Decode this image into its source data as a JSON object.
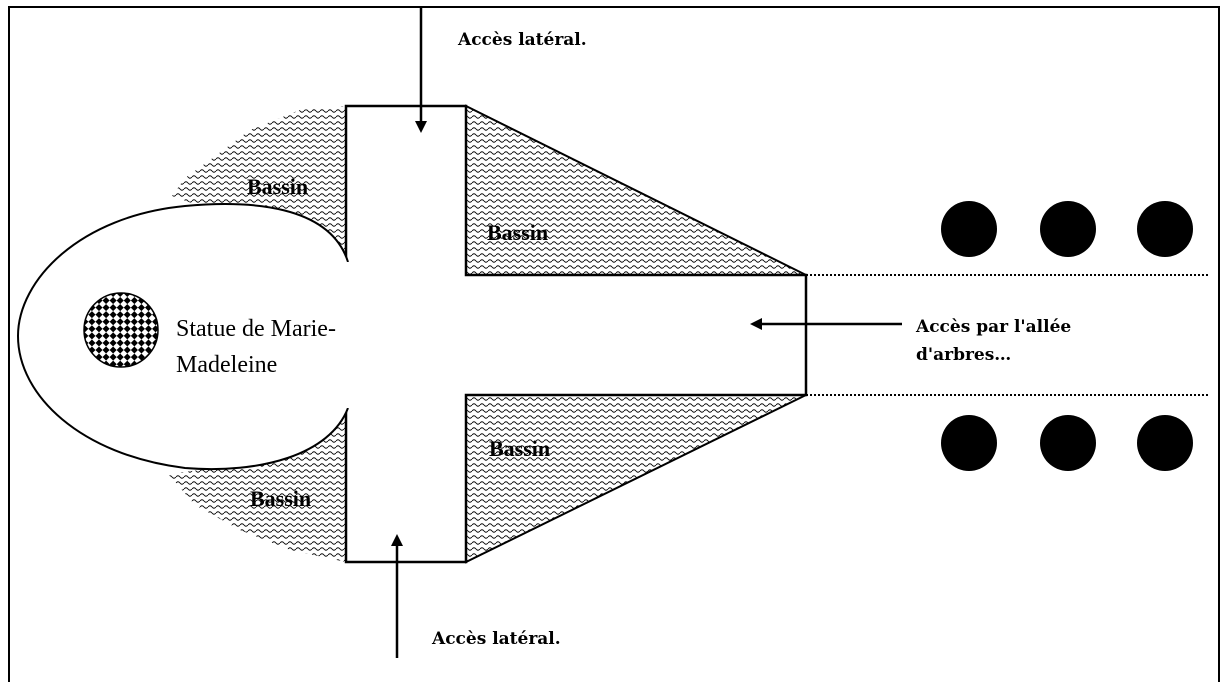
{
  "labels": {
    "access_lateral_top": "Accès latéral.",
    "access_lateral_bottom": "Accès latéral.",
    "access_alley_line1": "Accès par l'allée",
    "access_alley_line2": "d'arbres…",
    "statue_line1": "Statue de Marie-",
    "statue_line2": "Madeleine",
    "basin_upper_left": "Bassin",
    "basin_upper_right": "Bassin",
    "basin_lower_right": "Bassin",
    "basin_lower_left": "Bassin"
  },
  "colors": {
    "ink": "#000000",
    "paper": "#ffffff",
    "water_hatch": "#000000"
  },
  "icons": {
    "statue_marker": "checkerboard-circle-icon",
    "tree": "filled-circle-icon"
  }
}
